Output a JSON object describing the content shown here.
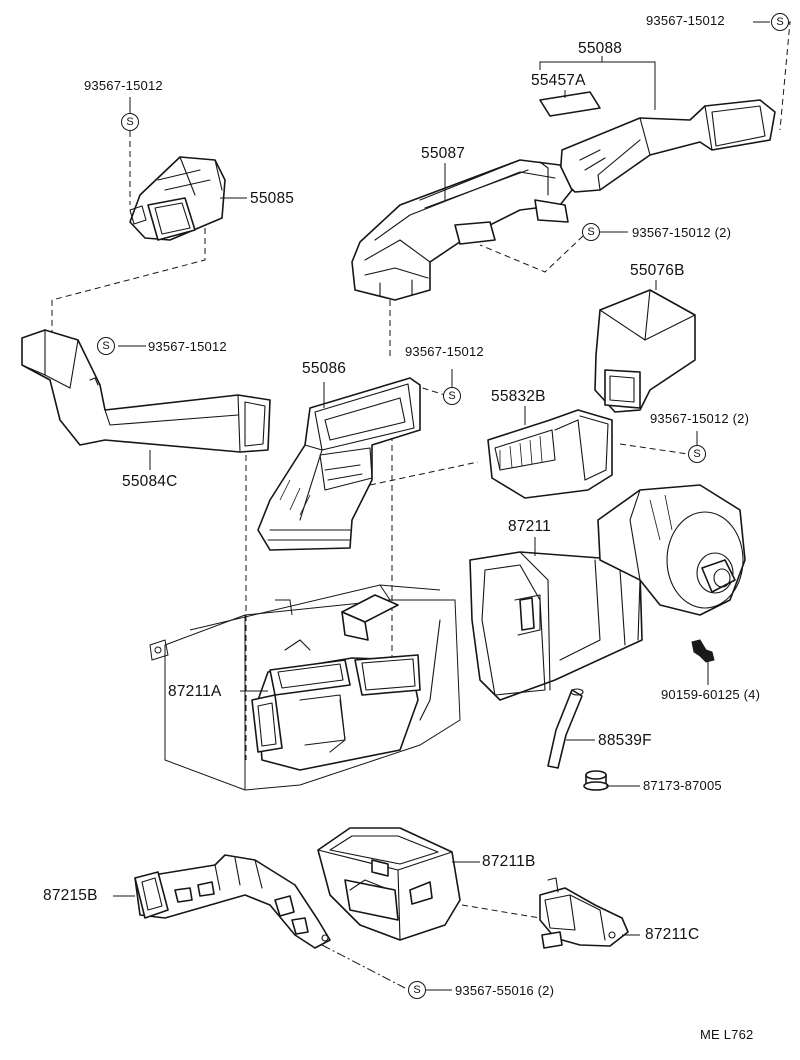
{
  "diagram": {
    "screw_symbol": "S",
    "labels": {
      "p55088": "55088",
      "p55457a": "55457A",
      "p55087": "55087",
      "p55085": "55085",
      "p55084c": "55084C",
      "p55086": "55086",
      "p55076b": "55076B",
      "p55832b": "55832B",
      "p87211": "87211",
      "p87211a": "87211A",
      "p88539f": "88539F",
      "p87173": "87173-87005",
      "p90159": "90159-60125 (4)",
      "p87211b": "87211B",
      "p87215b": "87215B",
      "p87211c": "87211C",
      "s_top_right": "93567-15012",
      "s_top_left": "93567-15012",
      "s_mid": "93567-15012 (2)",
      "s_left": "93567-15012",
      "s_center": "93567-15012",
      "s_right": "93567-15012 (2)",
      "s_bottom": "93567-55016 (2)",
      "ref_code": "ME L762"
    }
  }
}
